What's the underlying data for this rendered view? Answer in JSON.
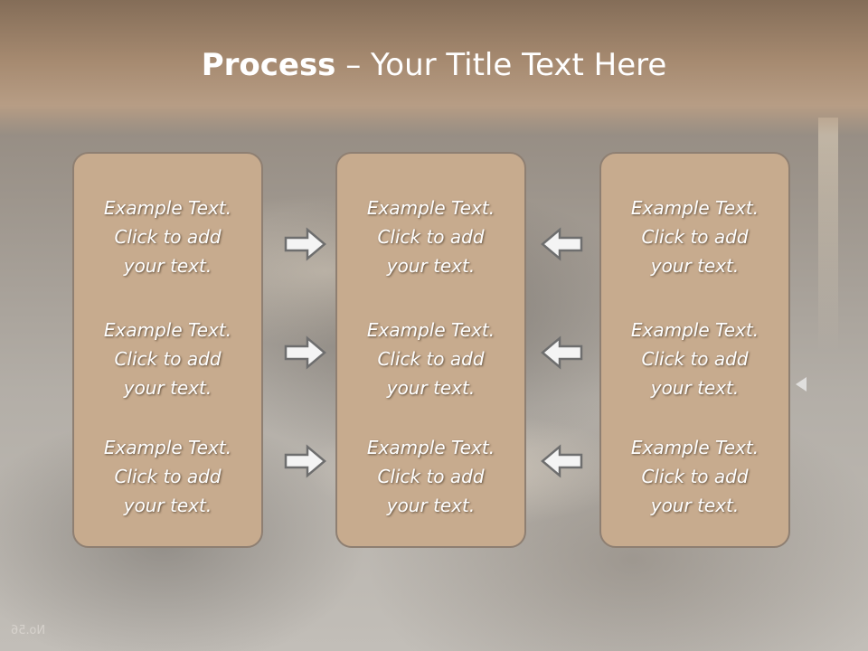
{
  "slide": {
    "title_bold": "Process",
    "title_rest": " – Your Title Text Here",
    "background_watermark": "No.56"
  },
  "columns": [
    {
      "items": [
        {
          "line1": "Example Text.",
          "line2": "Click  to add",
          "line3": "your text."
        },
        {
          "line1": "Example Text.",
          "line2": "Click  to add",
          "line3": "your text."
        },
        {
          "line1": "Example Text.",
          "line2": "Click  to add",
          "line3": "your text."
        }
      ]
    },
    {
      "items": [
        {
          "line1": "Example Text.",
          "line2": "Click  to add",
          "line3": "your text."
        },
        {
          "line1": "Example Text.",
          "line2": "Click  to add",
          "line3": "your text."
        },
        {
          "line1": "Example Text.",
          "line2": "Click  to add",
          "line3": "your text."
        }
      ]
    },
    {
      "items": [
        {
          "line1": "Example Text.",
          "line2": "Click  to add",
          "line3": "your text."
        },
        {
          "line1": "Example Text.",
          "line2": "Click  to add",
          "line3": "your text."
        },
        {
          "line1": "Example Text.",
          "line2": "Click  to add",
          "line3": "your text."
        }
      ]
    }
  ],
  "arrows": {
    "left_group": "right-arrow-icon",
    "right_group": "left-arrow-icon"
  },
  "colors": {
    "box_fill": "#c7ab8e",
    "box_border": "#8e7f72",
    "title_band": "#a68a70",
    "text": "#ffffff"
  }
}
